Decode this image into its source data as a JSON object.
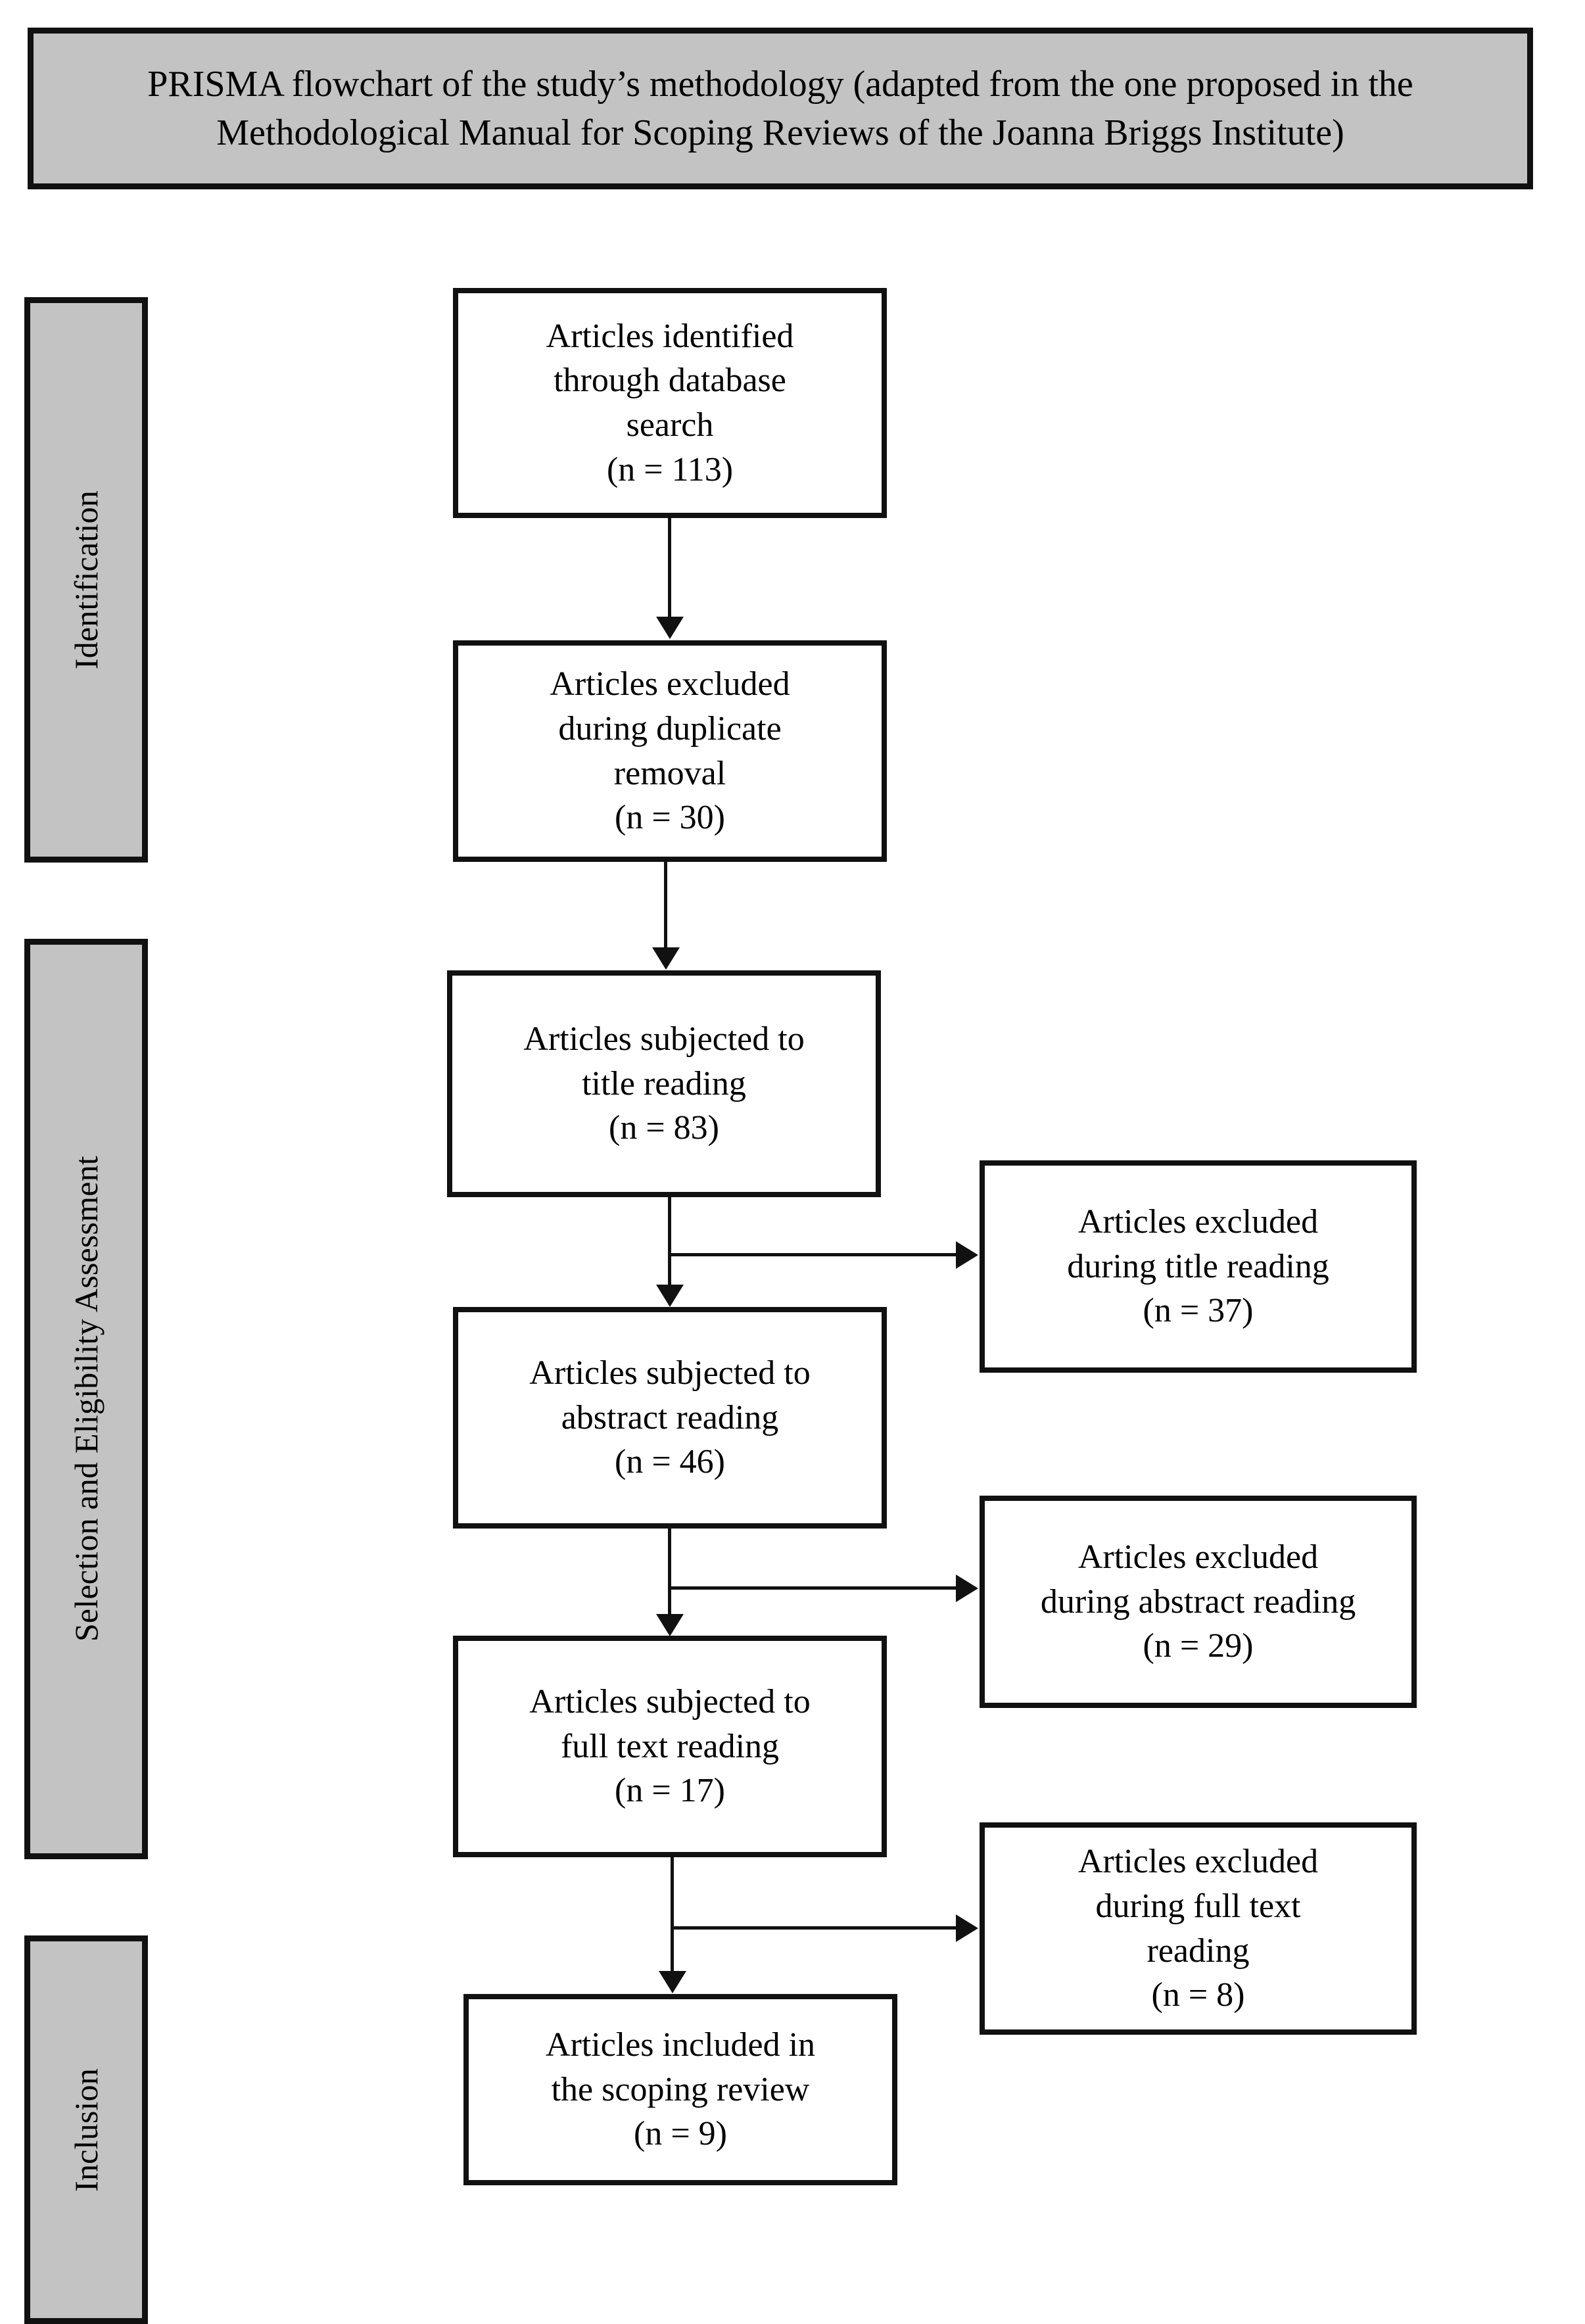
{
  "figure": {
    "title": "PRISMA flowchart of the study’s methodology (adapted from the one proposed in the Methodological Manual for Scoping Reviews of the Joanna Briggs Institute)",
    "colors": {
      "banner_fill": "#c3c3c3",
      "stage_fill": "#c3c3c3",
      "box_fill": "#ffffff",
      "stroke": "#111111",
      "text": "#000000"
    }
  },
  "stages": [
    {
      "id": "identification",
      "label": "Identification"
    },
    {
      "id": "selection",
      "label": "Selection and Eligibility Assessment"
    },
    {
      "id": "inclusion",
      "label": "Inclusion"
    }
  ],
  "boxes": {
    "identified": {
      "line1": "Articles identified",
      "line2": "through database",
      "line3": "search",
      "count": "(n = 113)"
    },
    "duplicates": {
      "line1": "Articles excluded",
      "line2": "during duplicate",
      "line3": "removal",
      "count": "(n = 30)"
    },
    "title_reading": {
      "line1": "Articles subjected to",
      "line2": "title reading",
      "count": "(n = 83)"
    },
    "abstract_reading": {
      "line1": "Articles subjected to",
      "line2": "abstract reading",
      "count": "(n = 46)"
    },
    "fulltext_reading": {
      "line1": "Articles subjected to",
      "line2": "full text reading",
      "count": "(n = 17)"
    },
    "included": {
      "line1": "Articles included in",
      "line2": "the scoping review",
      "count": "(n = 9)"
    },
    "excluded_title": {
      "line1": "Articles excluded",
      "line2": "during title reading",
      "count": "(n = 37)"
    },
    "excluded_abstract": {
      "line1": "Articles excluded",
      "line2": "during abstract reading",
      "count": "(n = 29)"
    },
    "excluded_fulltext": {
      "line1": "Articles excluded",
      "line2": "during full text",
      "line3": "reading",
      "count": "(n = 8)"
    }
  },
  "chart_data": {
    "type": "diagram",
    "title": "PRISMA flowchart of the study’s methodology (adapted from the one proposed in the Methodological Manual for Scoping Reviews of the Joanna Briggs Institute)",
    "nodes": [
      {
        "id": "identified",
        "stage": "Identification",
        "text": "Articles identified through database search",
        "n": 113
      },
      {
        "id": "duplicates",
        "stage": "Identification",
        "text": "Articles excluded during duplicate removal",
        "n": 30
      },
      {
        "id": "title_reading",
        "stage": "Selection and Eligibility Assessment",
        "text": "Articles subjected to title reading",
        "n": 83
      },
      {
        "id": "excluded_title",
        "stage": "Selection and Eligibility Assessment",
        "text": "Articles excluded during title reading",
        "n": 37
      },
      {
        "id": "abstract_reading",
        "stage": "Selection and Eligibility Assessment",
        "text": "Articles subjected to abstract reading",
        "n": 46
      },
      {
        "id": "excluded_abstract",
        "stage": "Selection and Eligibility Assessment",
        "text": "Articles excluded during abstract reading",
        "n": 29
      },
      {
        "id": "fulltext_reading",
        "stage": "Selection and Eligibility Assessment",
        "text": "Articles subjected to full text reading",
        "n": 17
      },
      {
        "id": "excluded_fulltext",
        "stage": "Selection and Eligibility Assessment",
        "text": "Articles excluded during full text reading",
        "n": 8
      },
      {
        "id": "included",
        "stage": "Inclusion",
        "text": "Articles included in the scoping review",
        "n": 9
      }
    ],
    "edges": [
      {
        "from": "identified",
        "to": "duplicates",
        "direction": "down"
      },
      {
        "from": "duplicates",
        "to": "title_reading",
        "direction": "down"
      },
      {
        "from": "title_reading",
        "to": "abstract_reading",
        "direction": "down"
      },
      {
        "from": "title_reading",
        "to": "excluded_title",
        "direction": "right"
      },
      {
        "from": "abstract_reading",
        "to": "fulltext_reading",
        "direction": "down"
      },
      {
        "from": "abstract_reading",
        "to": "excluded_abstract",
        "direction": "right"
      },
      {
        "from": "fulltext_reading",
        "to": "included",
        "direction": "down"
      },
      {
        "from": "fulltext_reading",
        "to": "excluded_fulltext",
        "direction": "right"
      }
    ]
  }
}
